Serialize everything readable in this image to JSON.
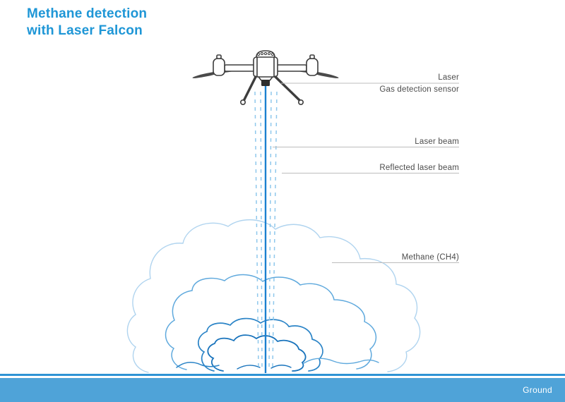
{
  "title": {
    "line1": "Methane detection",
    "line2": "with Laser Falcon"
  },
  "labels": {
    "laser": "Laser",
    "gas_sensor": "Gas detection sensor",
    "laser_beam": "Laser beam",
    "reflected_beam": "Reflected laser beam",
    "methane": "Methane (CH4)",
    "ground": "Ground"
  },
  "icons": {
    "drone": "drone-quadcopter-illustration",
    "laser_beam": "solid-blue-laser-line",
    "reflected_beam": "dashed-blue-reflected-lines",
    "methane_cloud": "nested-cloud-outlines"
  },
  "colors": {
    "title_blue": "#1e96d6",
    "laser_beam_blue": "#1b80d0",
    "reflected_dash_blue": "#8fc8ec",
    "cloud_outer": "#b0d4ef",
    "cloud_mid": "#5fa9dd",
    "cloud_inner": "#2b84c7",
    "cloud_core": "#1873bc",
    "ground_bar": "#4fa3d8",
    "ground_line": "#2f93d4",
    "label_gray": "#4c4c4c",
    "leader_line_gray": "#bcbcbc",
    "drone_outline": "#3d3d3d",
    "sensor_black": "#2e2e2e"
  }
}
